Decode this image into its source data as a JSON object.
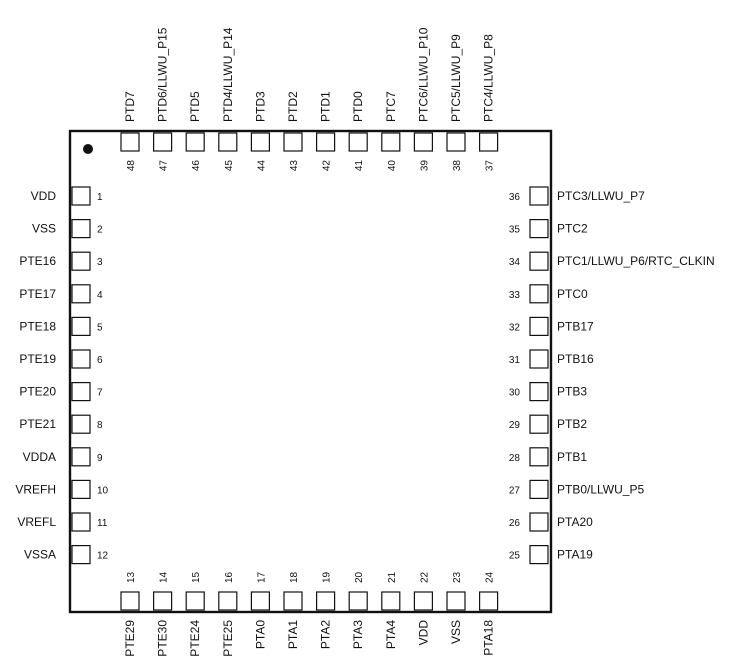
{
  "package": {
    "left_pins": [
      {
        "number": "1",
        "name": "VDD"
      },
      {
        "number": "2",
        "name": "VSS"
      },
      {
        "number": "3",
        "name": "PTE16"
      },
      {
        "number": "4",
        "name": "PTE17"
      },
      {
        "number": "5",
        "name": "PTE18"
      },
      {
        "number": "6",
        "name": "PTE19"
      },
      {
        "number": "7",
        "name": "PTE20"
      },
      {
        "number": "8",
        "name": "PTE21"
      },
      {
        "number": "9",
        "name": "VDDA"
      },
      {
        "number": "10",
        "name": "VREFH"
      },
      {
        "number": "11",
        "name": "VREFL"
      },
      {
        "number": "12",
        "name": "VSSA"
      }
    ],
    "bottom_pins": [
      {
        "number": "13",
        "name": "PTE29"
      },
      {
        "number": "14",
        "name": "PTE30"
      },
      {
        "number": "15",
        "name": "PTE24"
      },
      {
        "number": "16",
        "name": "PTE25"
      },
      {
        "number": "17",
        "name": "PTA0"
      },
      {
        "number": "18",
        "name": "PTA1"
      },
      {
        "number": "19",
        "name": "PTA2"
      },
      {
        "number": "20",
        "name": "PTA3"
      },
      {
        "number": "21",
        "name": "PTA4"
      },
      {
        "number": "22",
        "name": "VDD"
      },
      {
        "number": "23",
        "name": "VSS"
      },
      {
        "number": "24",
        "name": "PTA18"
      }
    ],
    "right_pins": [
      {
        "number": "25",
        "name": "PTA19"
      },
      {
        "number": "26",
        "name": "PTA20"
      },
      {
        "number": "27",
        "name": "PTB0/LLWU_P5"
      },
      {
        "number": "28",
        "name": "PTB1"
      },
      {
        "number": "29",
        "name": "PTB2"
      },
      {
        "number": "30",
        "name": "PTB3"
      },
      {
        "number": "31",
        "name": "PTB16"
      },
      {
        "number": "32",
        "name": "PTB17"
      },
      {
        "number": "33",
        "name": "PTC0"
      },
      {
        "number": "34",
        "name": "PTC1/LLWU_P6/RTC_CLKIN"
      },
      {
        "number": "35",
        "name": "PTC2"
      },
      {
        "number": "36",
        "name": "PTC3/LLWU_P7"
      }
    ],
    "top_pins": [
      {
        "number": "37",
        "name": "PTC4/LLWU_P8"
      },
      {
        "number": "38",
        "name": "PTC5/LLWU_P9"
      },
      {
        "number": "39",
        "name": "PTC6/LLWU_P10"
      },
      {
        "number": "40",
        "name": "PTC7"
      },
      {
        "number": "41",
        "name": "PTD0"
      },
      {
        "number": "42",
        "name": "PTD1"
      },
      {
        "number": "43",
        "name": "PTD2"
      },
      {
        "number": "44",
        "name": "PTD3"
      },
      {
        "number": "45",
        "name": "PTD4/LLWU_P14"
      },
      {
        "number": "46",
        "name": "PTD5"
      },
      {
        "number": "47",
        "name": "PTD6/LLWU_P15"
      },
      {
        "number": "48",
        "name": "PTD7"
      }
    ]
  }
}
